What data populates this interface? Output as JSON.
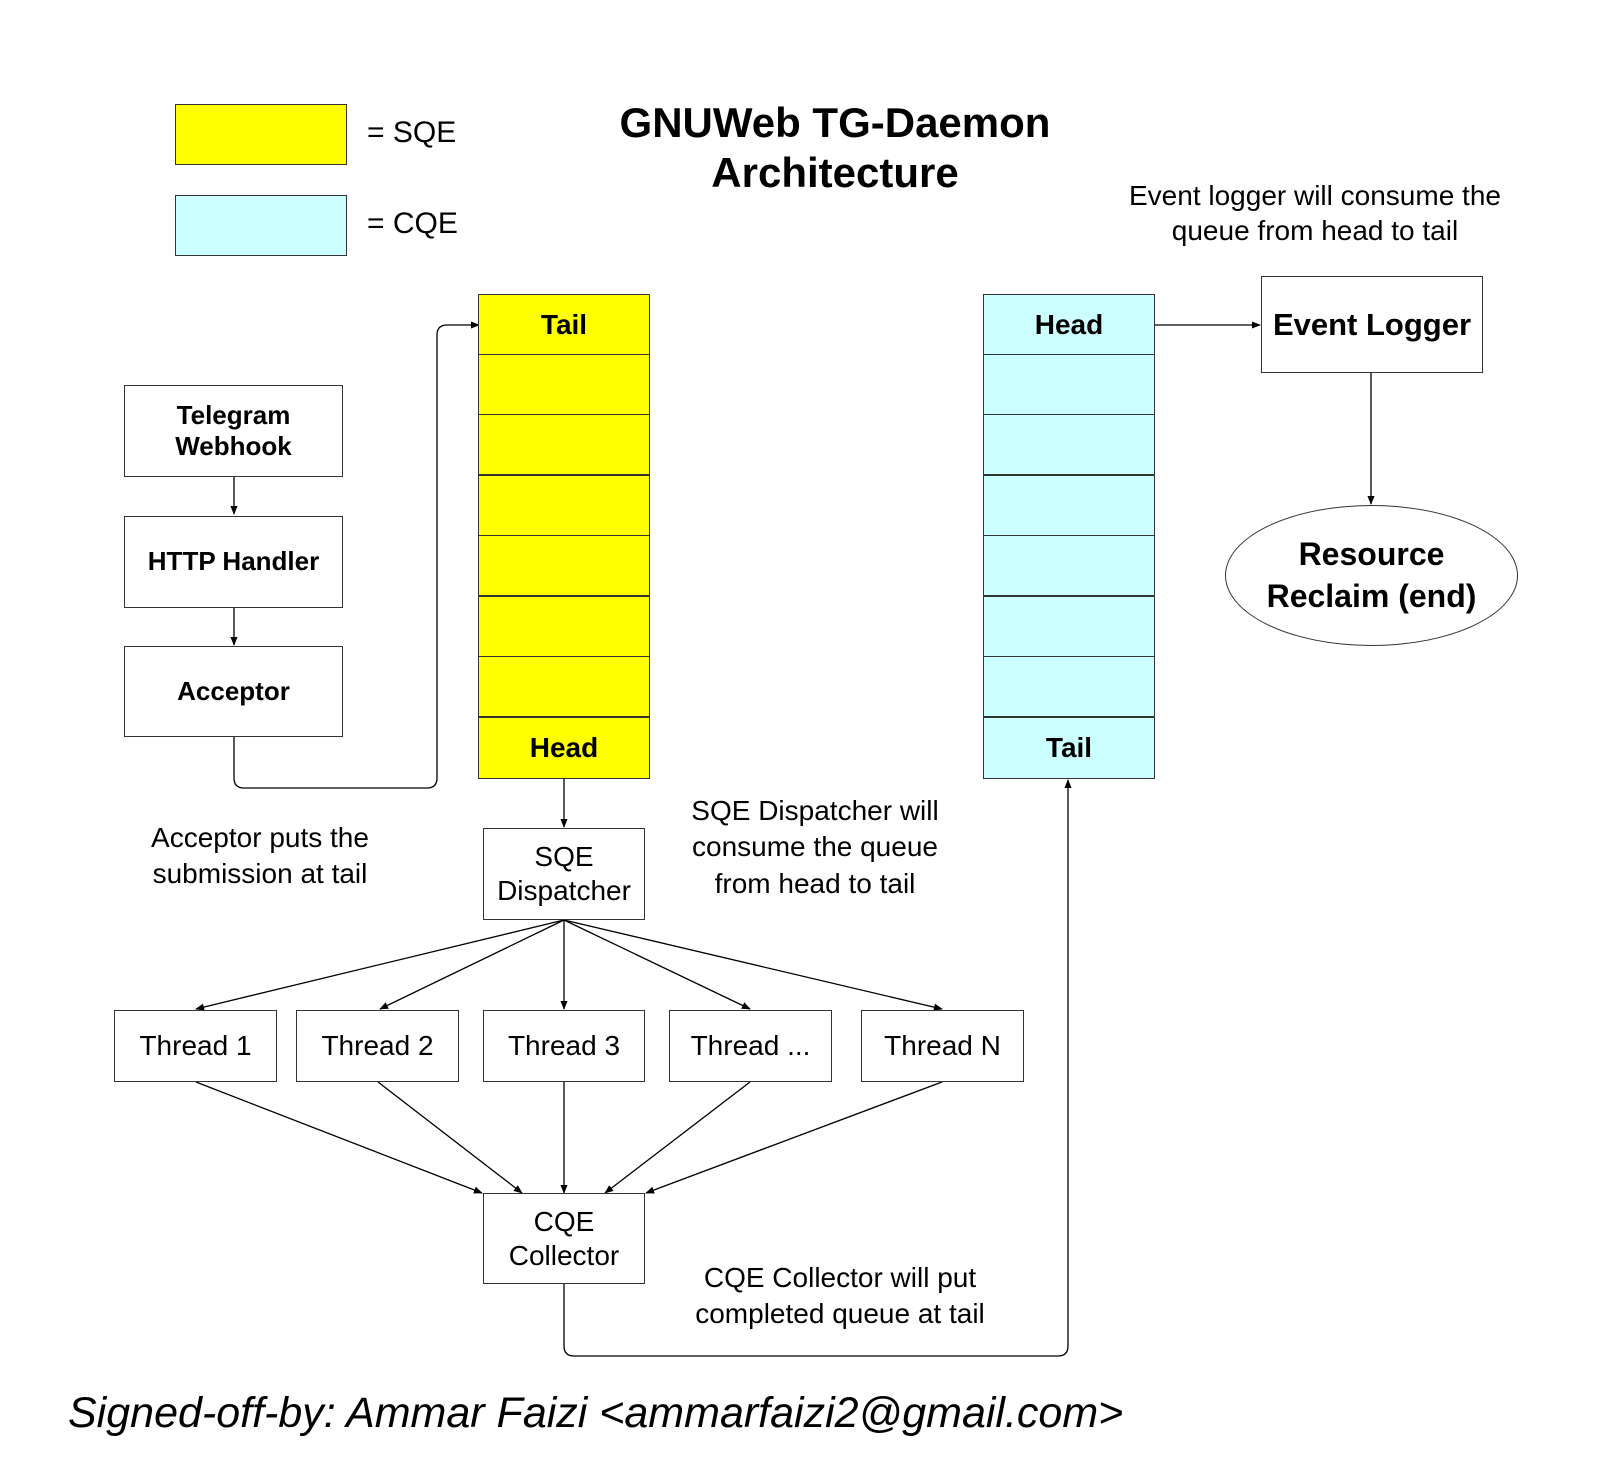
{
  "title": {
    "line1": "GNUWeb TG-Daemon",
    "line2": "Architecture"
  },
  "legend": {
    "sqe_label": "= SQE",
    "cqe_label": "= CQE",
    "sqe_color": "#ffff00",
    "cqe_color": "#ccffff"
  },
  "nodes": {
    "telegram_webhook": "Telegram\nWebhook",
    "http_handler": "HTTP Handler",
    "acceptor": "Acceptor",
    "sqe_dispatcher": "SQE\nDispatcher",
    "threads": [
      "Thread 1",
      "Thread 2",
      "Thread 3",
      "Thread ...",
      "Thread N"
    ],
    "cqe_collector": "CQE\nCollector",
    "event_logger": "Event Logger",
    "resource_reclaim": "Resource\nReclaim (end)"
  },
  "sqe_queue": {
    "top_label": "Tail",
    "bottom_label": "Head"
  },
  "cqe_queue": {
    "top_label": "Head",
    "bottom_label": "Tail"
  },
  "notes": {
    "acceptor": "Acceptor puts the\nsubmission at tail",
    "sqe_dispatcher": "SQE Dispatcher will\nconsume the queue\nfrom head to tail",
    "cqe_collector": "CQE Collector will put\ncompleted queue at tail",
    "event_logger": "Event logger will consume the\nqueue from head to tail"
  },
  "signature": "Signed-off-by: Ammar Faizi <ammarfaizi2@gmail.com>"
}
